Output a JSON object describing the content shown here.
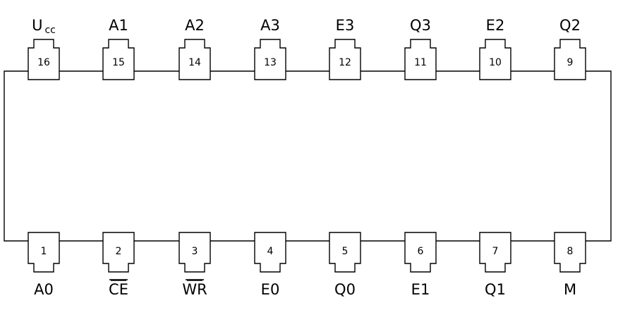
{
  "chip": {
    "top_pins": [
      {
        "number": "16",
        "label": "U",
        "label_sub": "cc",
        "overbar": false
      },
      {
        "number": "15",
        "label": "A1",
        "overbar": false
      },
      {
        "number": "14",
        "label": "A2",
        "overbar": false
      },
      {
        "number": "13",
        "label": "A3",
        "overbar": false
      },
      {
        "number": "12",
        "label": "E3",
        "overbar": false
      },
      {
        "number": "11",
        "label": "Q3",
        "overbar": false
      },
      {
        "number": "10",
        "label": "E2",
        "overbar": false
      },
      {
        "number": "9",
        "label": "Q2",
        "overbar": false
      }
    ],
    "bottom_pins": [
      {
        "number": "1",
        "label": "A0",
        "overbar": false
      },
      {
        "number": "2",
        "label": "CE",
        "overbar": true
      },
      {
        "number": "3",
        "label": "WR",
        "overbar": true
      },
      {
        "number": "4",
        "label": "E0",
        "overbar": false
      },
      {
        "number": "5",
        "label": "Q0",
        "overbar": false
      },
      {
        "number": "6",
        "label": "E1",
        "overbar": false
      },
      {
        "number": "7",
        "label": "Q1",
        "overbar": false
      },
      {
        "number": "8",
        "label": "M",
        "overbar": false
      }
    ]
  }
}
